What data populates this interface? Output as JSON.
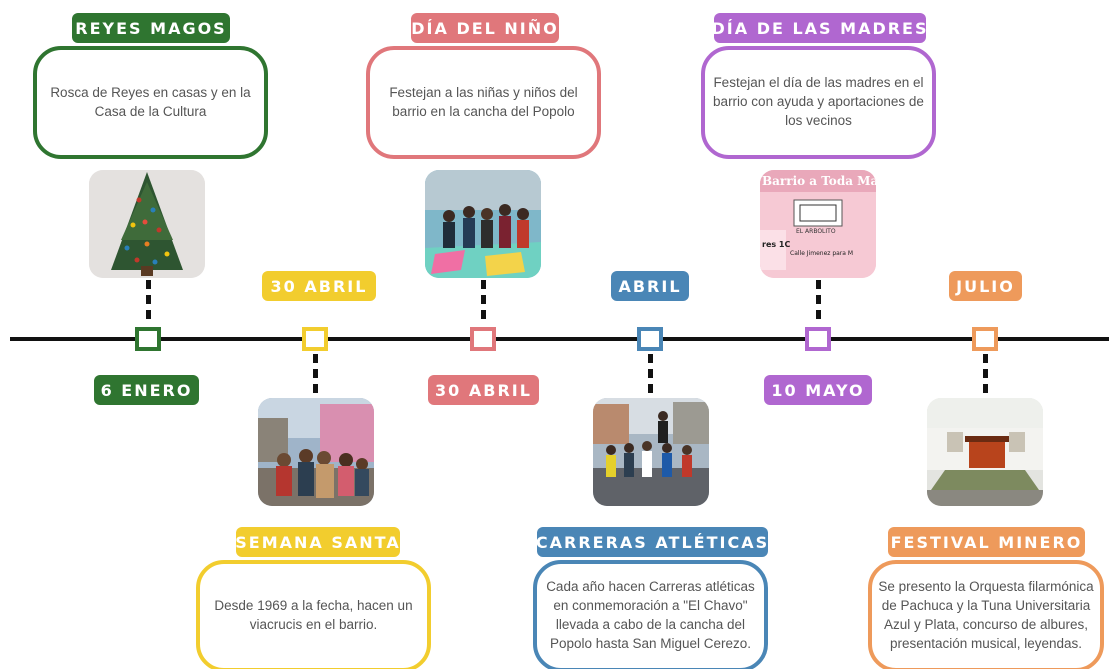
{
  "events": {
    "reyes": {
      "title": "REYES MAGOS",
      "date": "6 ENERO",
      "text": "Rosca de Reyes en casas y en la Casa de la Cultura",
      "color": "#2f7530"
    },
    "semana": {
      "title": "SEMANA SANTA",
      "date": "30 ABRIL",
      "text": "Desde 1969 a la fecha, hacen un viacrucis en el barrio.",
      "color": "#f2cd2e"
    },
    "nino": {
      "title": "DÍA DEL NIÑO",
      "date": "30 ABRIL",
      "text": "Festejan a las niñas y niños del barrio en la cancha del Popolo",
      "color": "#e0777b"
    },
    "carreras": {
      "title": "CARRERAS ATLÉTICAS",
      "date": "ABRIL",
      "text": "Cada año hacen Carreras atléticas en conmemoración a \"El Chavo\" llevada a cabo de la cancha del Popolo hasta San Miguel Cerezo.",
      "color": "#4a86b6"
    },
    "madres": {
      "title": "DÍA DE LAS MADRES",
      "date": "10 MAYO",
      "text": "Festejan el día de las madres en el barrio con ayuda y aportaciones de los vecinos",
      "color": "#b067d0"
    },
    "minero": {
      "title": "FESTIVAL MINERO",
      "date": "JULIO",
      "text": "Se presento la Orquesta filarmónica de Pachuca y la Tuna Universitaria Azul y Plata, concurso de albures, presentación musical, leyendas.",
      "color": "#ee9a5b"
    }
  },
  "poster": {
    "heading": "Barrio a Toda Ma",
    "org": "EL ARBOLITO",
    "side": "res 1C",
    "footer": "Calle Jimenez para M"
  }
}
